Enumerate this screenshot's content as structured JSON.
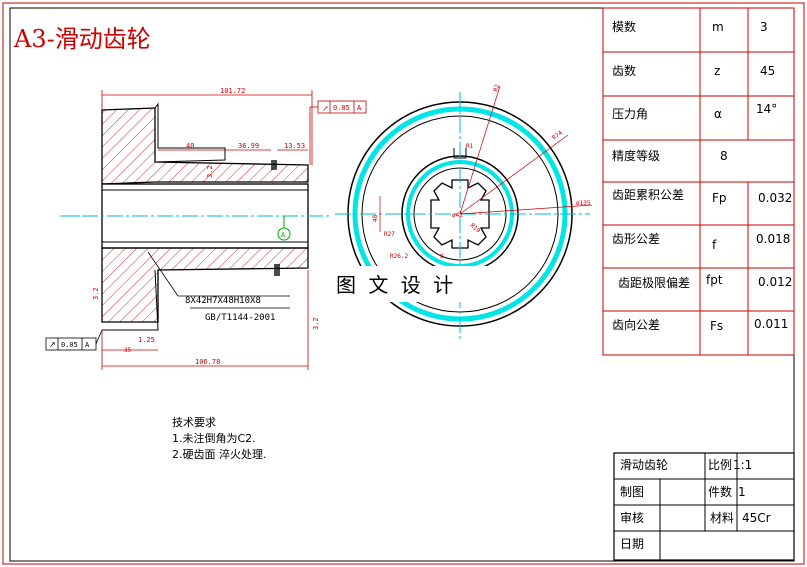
{
  "title": "A3-滑动齿轮",
  "params_table": [
    {
      "name": "模数",
      "symbol": "m",
      "value": "3"
    },
    {
      "name": "齿数",
      "symbol": "z",
      "value": "45"
    },
    {
      "name": "压力角",
      "symbol": "α",
      "value": "14°"
    },
    {
      "name": "精度等级",
      "symbol": "",
      "value": "8"
    },
    {
      "name": "齿距累积公差",
      "symbol": "Fp",
      "value": "0.032"
    },
    {
      "name": "齿形公差",
      "symbol": "f",
      "value": "0.018"
    },
    {
      "name": "齿距极限偏差",
      "symbol": "fpt",
      "value": "0.012"
    },
    {
      "name": "齿向公差",
      "symbol": "Fs",
      "value": "0.011"
    }
  ],
  "dims": {
    "overall_top": "101.72",
    "groove": "40",
    "step": "36.99",
    "chamfer": "13.53",
    "bottom_left": "35",
    "overall_bottom": "106.78",
    "tolerance_top": "0.05",
    "tolerance_bottom": "0.05",
    "datum": "A",
    "datum_bottom": "A",
    "roughness": "3.2",
    "roughness_bottom": "1.25",
    "spline_code": "8X42H7X48H10X8",
    "spline_std": "GB/T1144-2001",
    "dia_left": "R1",
    "dia_mid": "ø42",
    "dia_right": "ø135",
    "r_tooth": "R2",
    "r_outer": "R74",
    "dim_48": "48",
    "dim_inner": "R27",
    "dim_26": "R26.2",
    "dim_8": "8",
    "dim_19": "R19"
  },
  "watermark": "图 文 设 计",
  "tech_req": {
    "heading": "技术要求",
    "items": [
      "1.未注倒角为C2.",
      "2.硬齿面 淬火处理."
    ]
  },
  "title_block": {
    "part_name": "滑动齿轮",
    "scale_label": "比例",
    "scale_value": "1:1",
    "drawn_label": "制图",
    "count_label": "件数",
    "count_value": "1",
    "review_label": "审核",
    "material_label": "材料",
    "material_value": "45Cr",
    "date_label": "日期"
  },
  "colors": {
    "frame": "#cc0000",
    "center_line": "#00bcd4",
    "gear_ring": "#00e5e5",
    "datum": "#00aa00"
  }
}
